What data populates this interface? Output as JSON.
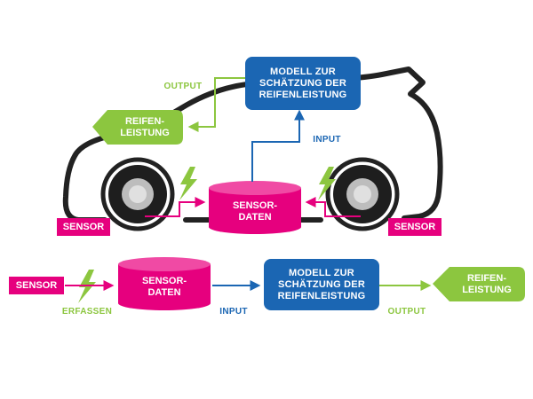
{
  "colors": {
    "blue": "#1b66b3",
    "pink": "#e6007e",
    "green": "#8cc63f",
    "outline": "#222222",
    "tire": "#1e1e1e",
    "rim": "#bdbdbd"
  },
  "car_diagram": {
    "model_box": "MODELL ZUR SCHÄTZUNG DER REIFENLEISTUNG",
    "output_label": "OUTPUT",
    "input_label": "INPUT",
    "result_tag": "REIFEN-\nLEISTUNG",
    "sensor_data": "SENSOR-\nDATEN",
    "sensor_left": "SENSOR",
    "sensor_right": "SENSOR"
  },
  "flow_diagram": {
    "sensor": "SENSOR",
    "capture_label": "ERFASSEN",
    "sensor_data": "SENSOR-\nDATEN",
    "input_label": "INPUT",
    "model_box": "MODELL ZUR SCHÄTZUNG DER REIFENLEISTUNG",
    "output_label": "OUTPUT",
    "result_tag": "REIFEN-\nLEISTUNG"
  }
}
